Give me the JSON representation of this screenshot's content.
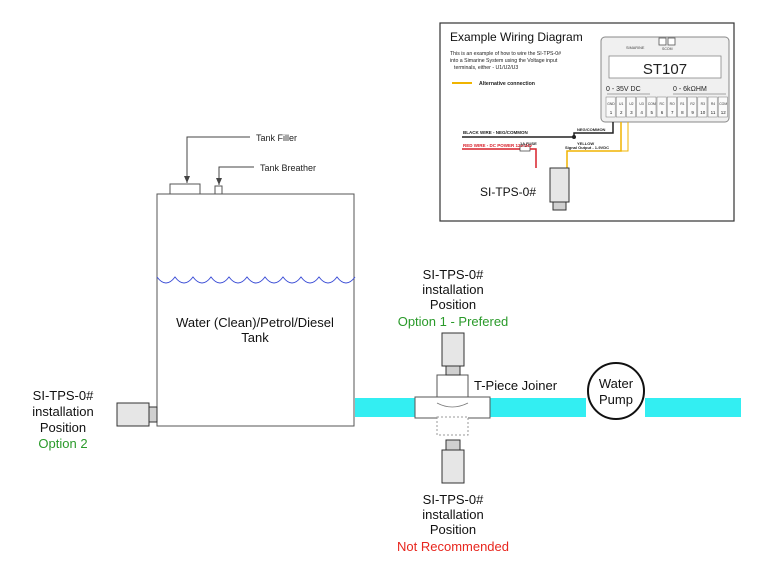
{
  "inset": {
    "title": "Example Wiring Diagram",
    "description": [
      "This is an example of how to wire the SI-TPS-0#",
      "into a Simarine System using the Voltage input",
      "terminals, either - U1/U2/U3"
    ],
    "alt_legend": "Alternative connection",
    "device": {
      "brand": "SIMARINE",
      "model": "ST107",
      "port_label": "SCOM",
      "range_dc": "0 - 35V DC",
      "range_ohm": "0 - 6kΩHM",
      "terminals": [
        "GND",
        "U1",
        "U2",
        "U3",
        "COM",
        "RC",
        "RO",
        "R1",
        "R2",
        "R3",
        "R4",
        "COM"
      ],
      "terminal_numbers": [
        "1",
        "2",
        "3",
        "4",
        "5",
        "6",
        "7",
        "8",
        "9",
        "10",
        "11",
        "12"
      ]
    },
    "wires": {
      "black": "BLACK WIRE - NEG/COMMON",
      "red": "RED WIRE - DC POWER 12v-24v",
      "fuse": "1A FUSE",
      "neg_common": "NEG/COMMON",
      "yellow": "YELLOW",
      "signal": "Signal Output - 1-9VDC"
    },
    "sensor": "SI-TPS-0#"
  },
  "tank": {
    "filler": "Tank Filler",
    "breather": "Tank Breather",
    "label_line1": "Water (Clean)/Petrol/Diesel",
    "label_line2": "Tank"
  },
  "option1": {
    "line1": "SI-TPS-0#",
    "line2": "installation",
    "line3": "Position",
    "status": "Option 1 - Prefered"
  },
  "option2": {
    "line1": "SI-TPS-0#",
    "line2": "installation",
    "line3": "Position",
    "status": "Option 2"
  },
  "option3": {
    "line1": "SI-TPS-0#",
    "line2": "installation",
    "line3": "Position",
    "status": "Not Recommended"
  },
  "joiner": "T-Piece Joiner",
  "pump": {
    "line1": "Water",
    "line2": "Pump"
  },
  "colors": {
    "pipe": "#33eef2",
    "good": "#2a9a2a",
    "bad": "#e8261e",
    "wave": "#3d4fd6",
    "yellow_wire": "#f0b400",
    "red_wire": "#d8202a",
    "black_wire": "#222222"
  }
}
